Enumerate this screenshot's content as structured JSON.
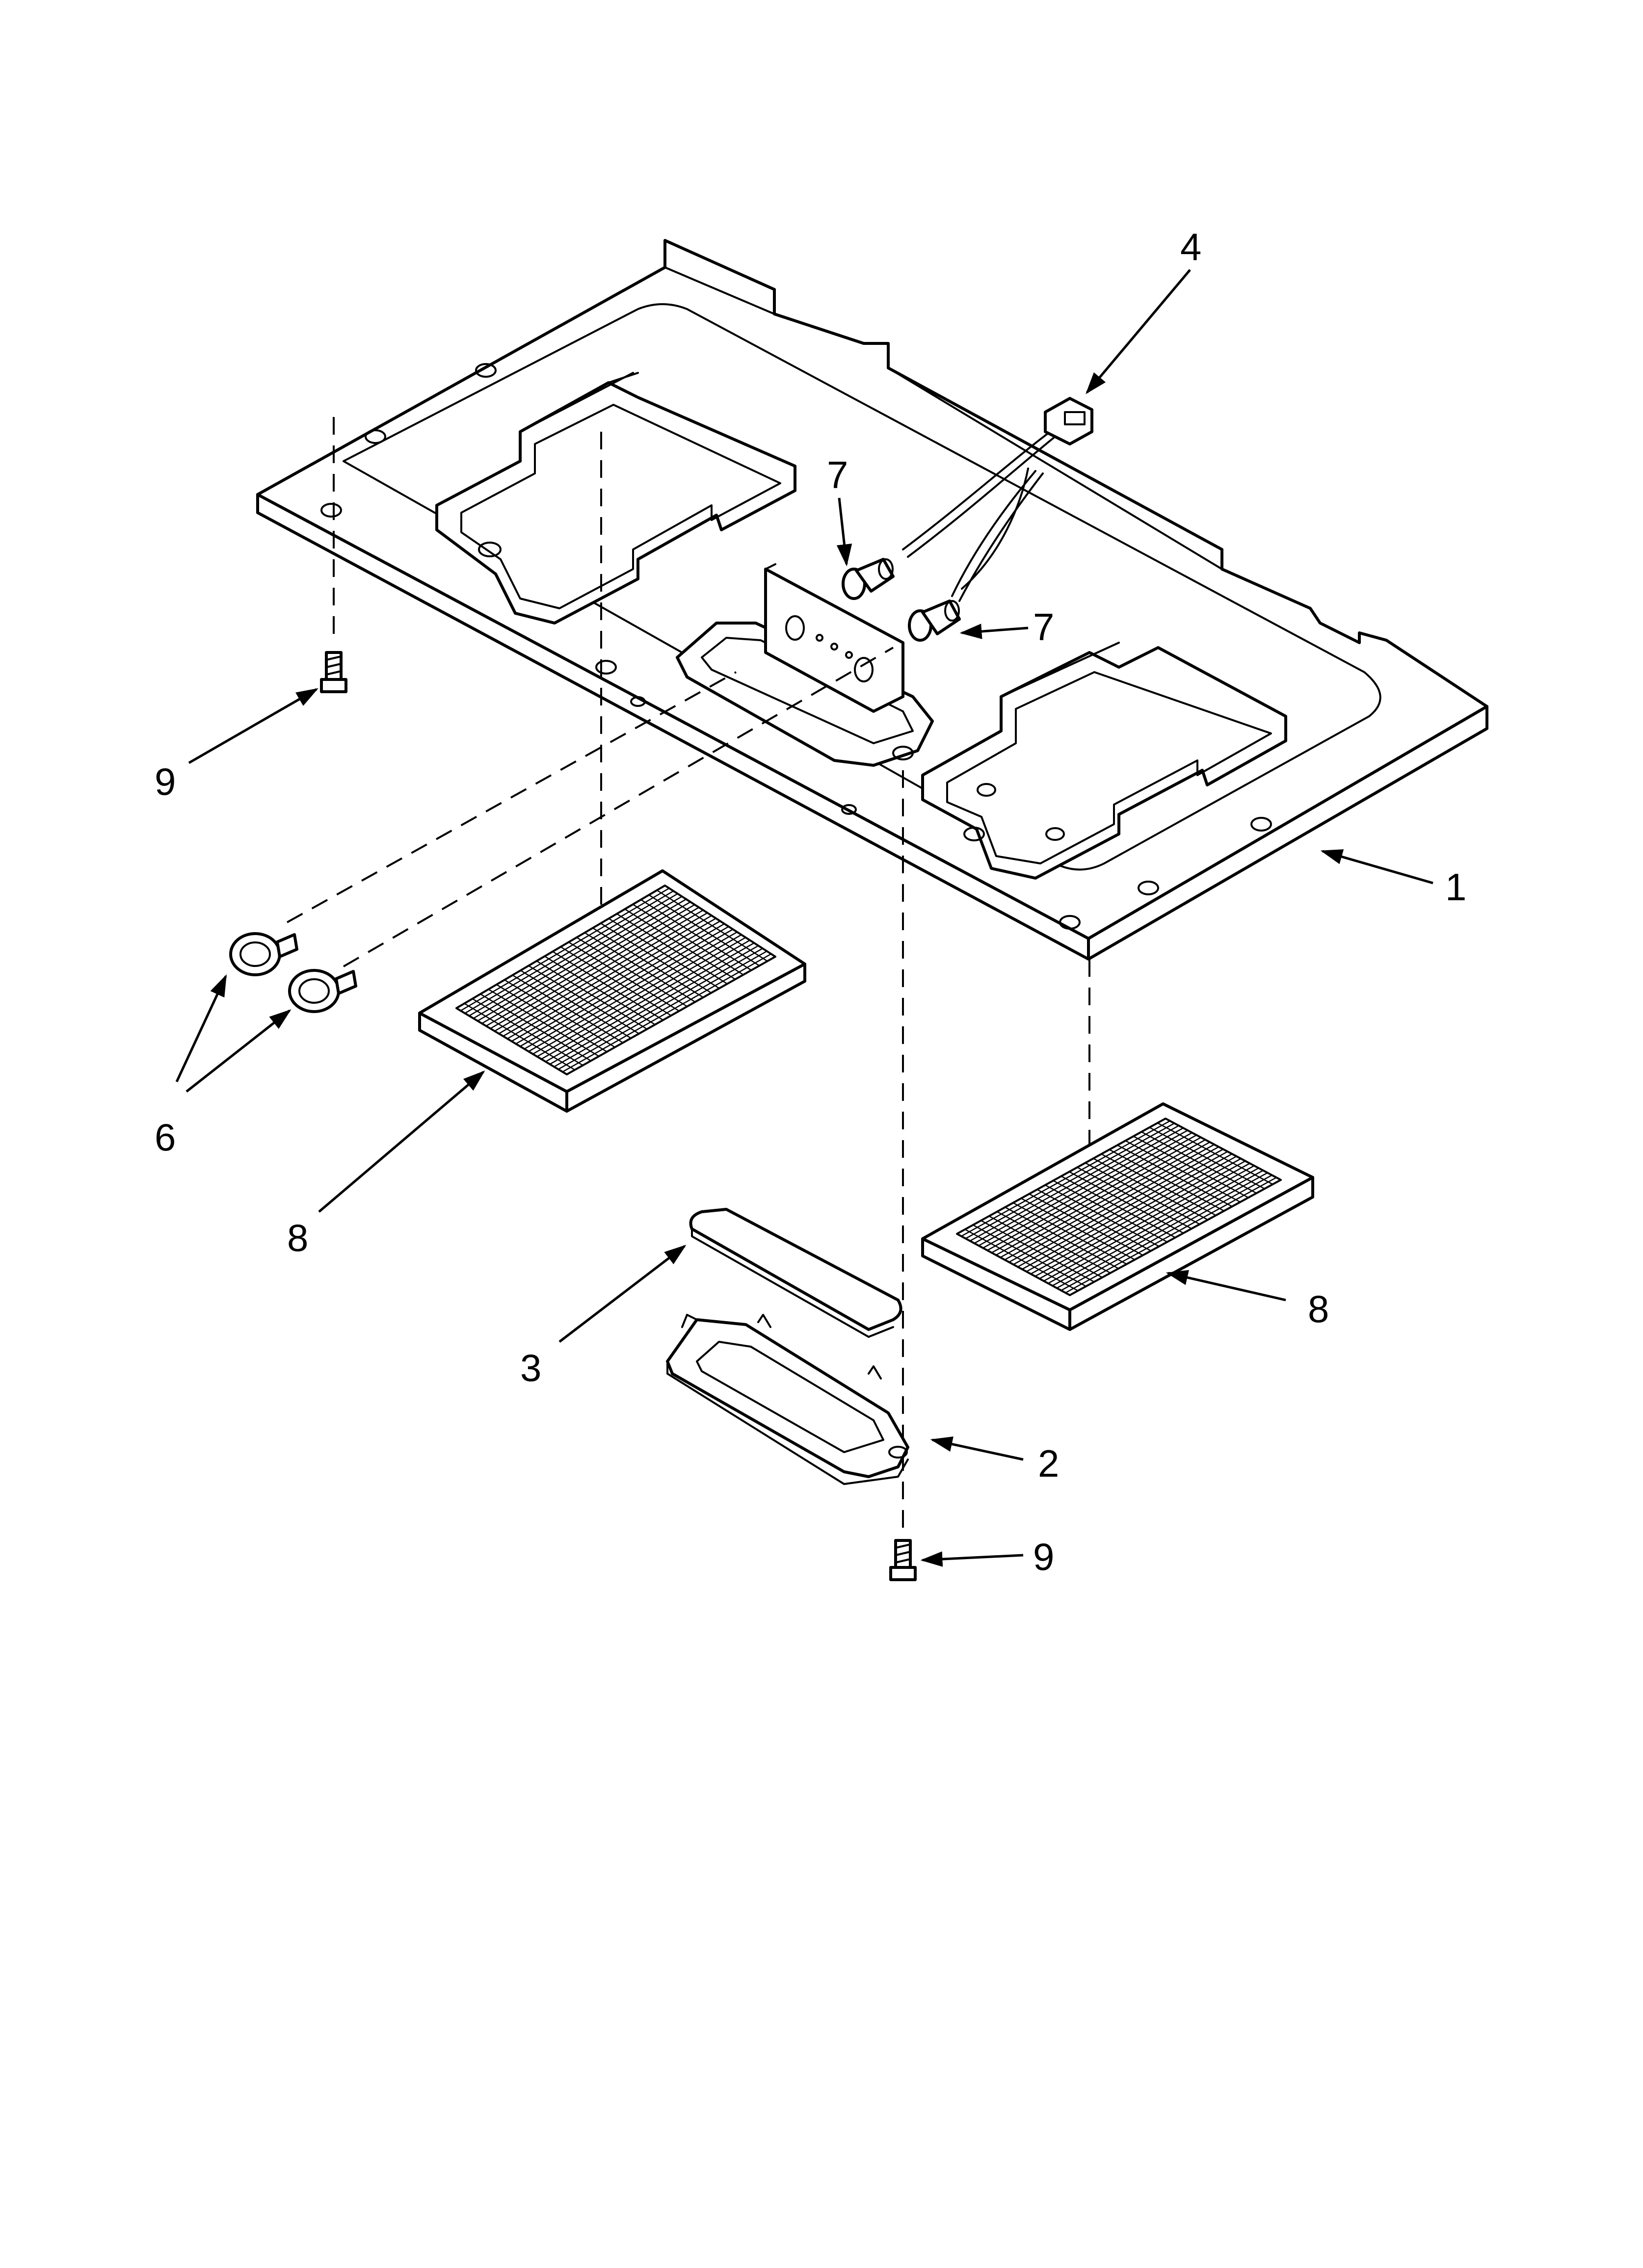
{
  "callouts": {
    "c1": "1",
    "c2": "2",
    "c3": "3",
    "c4": "4",
    "c6": "6",
    "c7a": "7",
    "c7b": "7",
    "c8a": "8",
    "c8b": "8",
    "c9a": "9",
    "c9b": "9"
  },
  "parts": [
    {
      "callout": "1",
      "name": "bottom-plate"
    },
    {
      "callout": "2",
      "name": "light-lens-frame"
    },
    {
      "callout": "3",
      "name": "light-lens"
    },
    {
      "callout": "4",
      "name": "wire-harness"
    },
    {
      "callout": "6",
      "name": "thumb-screws"
    },
    {
      "callout": "7",
      "name": "lamp-sockets"
    },
    {
      "callout": "8",
      "name": "grease-filters"
    },
    {
      "callout": "9",
      "name": "mounting-screws"
    }
  ]
}
